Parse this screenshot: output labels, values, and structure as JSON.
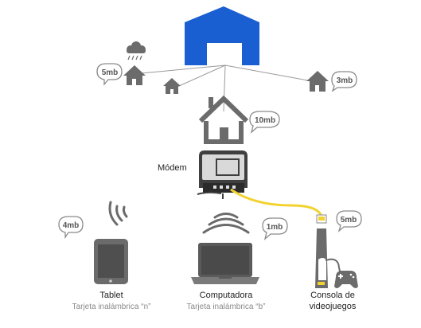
{
  "modem_label": "Módem",
  "bubbles": {
    "house_rain": "5mb",
    "house_right": "3mb",
    "house_main": "10mb",
    "tablet": "4mb",
    "computer": "1mb",
    "console": "5mb"
  },
  "devices": {
    "tablet": {
      "name": "Tablet",
      "desc": "Tarjeta inalámbrica “n”"
    },
    "computer": {
      "name": "Computadora",
      "desc": "Tarjeta inalámbrica “b”"
    },
    "console": {
      "name_line1": "Consola de",
      "name_line2": "videojuegos"
    }
  },
  "colors": {
    "tower_blue": "#1a5fd1",
    "icon_gray": "#6b6b6b",
    "cable_yellow": "#f2d22e",
    "line_gray": "#9a9a9a"
  },
  "icons": [
    "building-icon",
    "rain-cloud-icon",
    "house-icon",
    "modem-icon",
    "wifi-waves-icon",
    "tablet-icon",
    "laptop-icon",
    "game-console-icon",
    "gamepad-icon",
    "speech-bubble-icon"
  ]
}
